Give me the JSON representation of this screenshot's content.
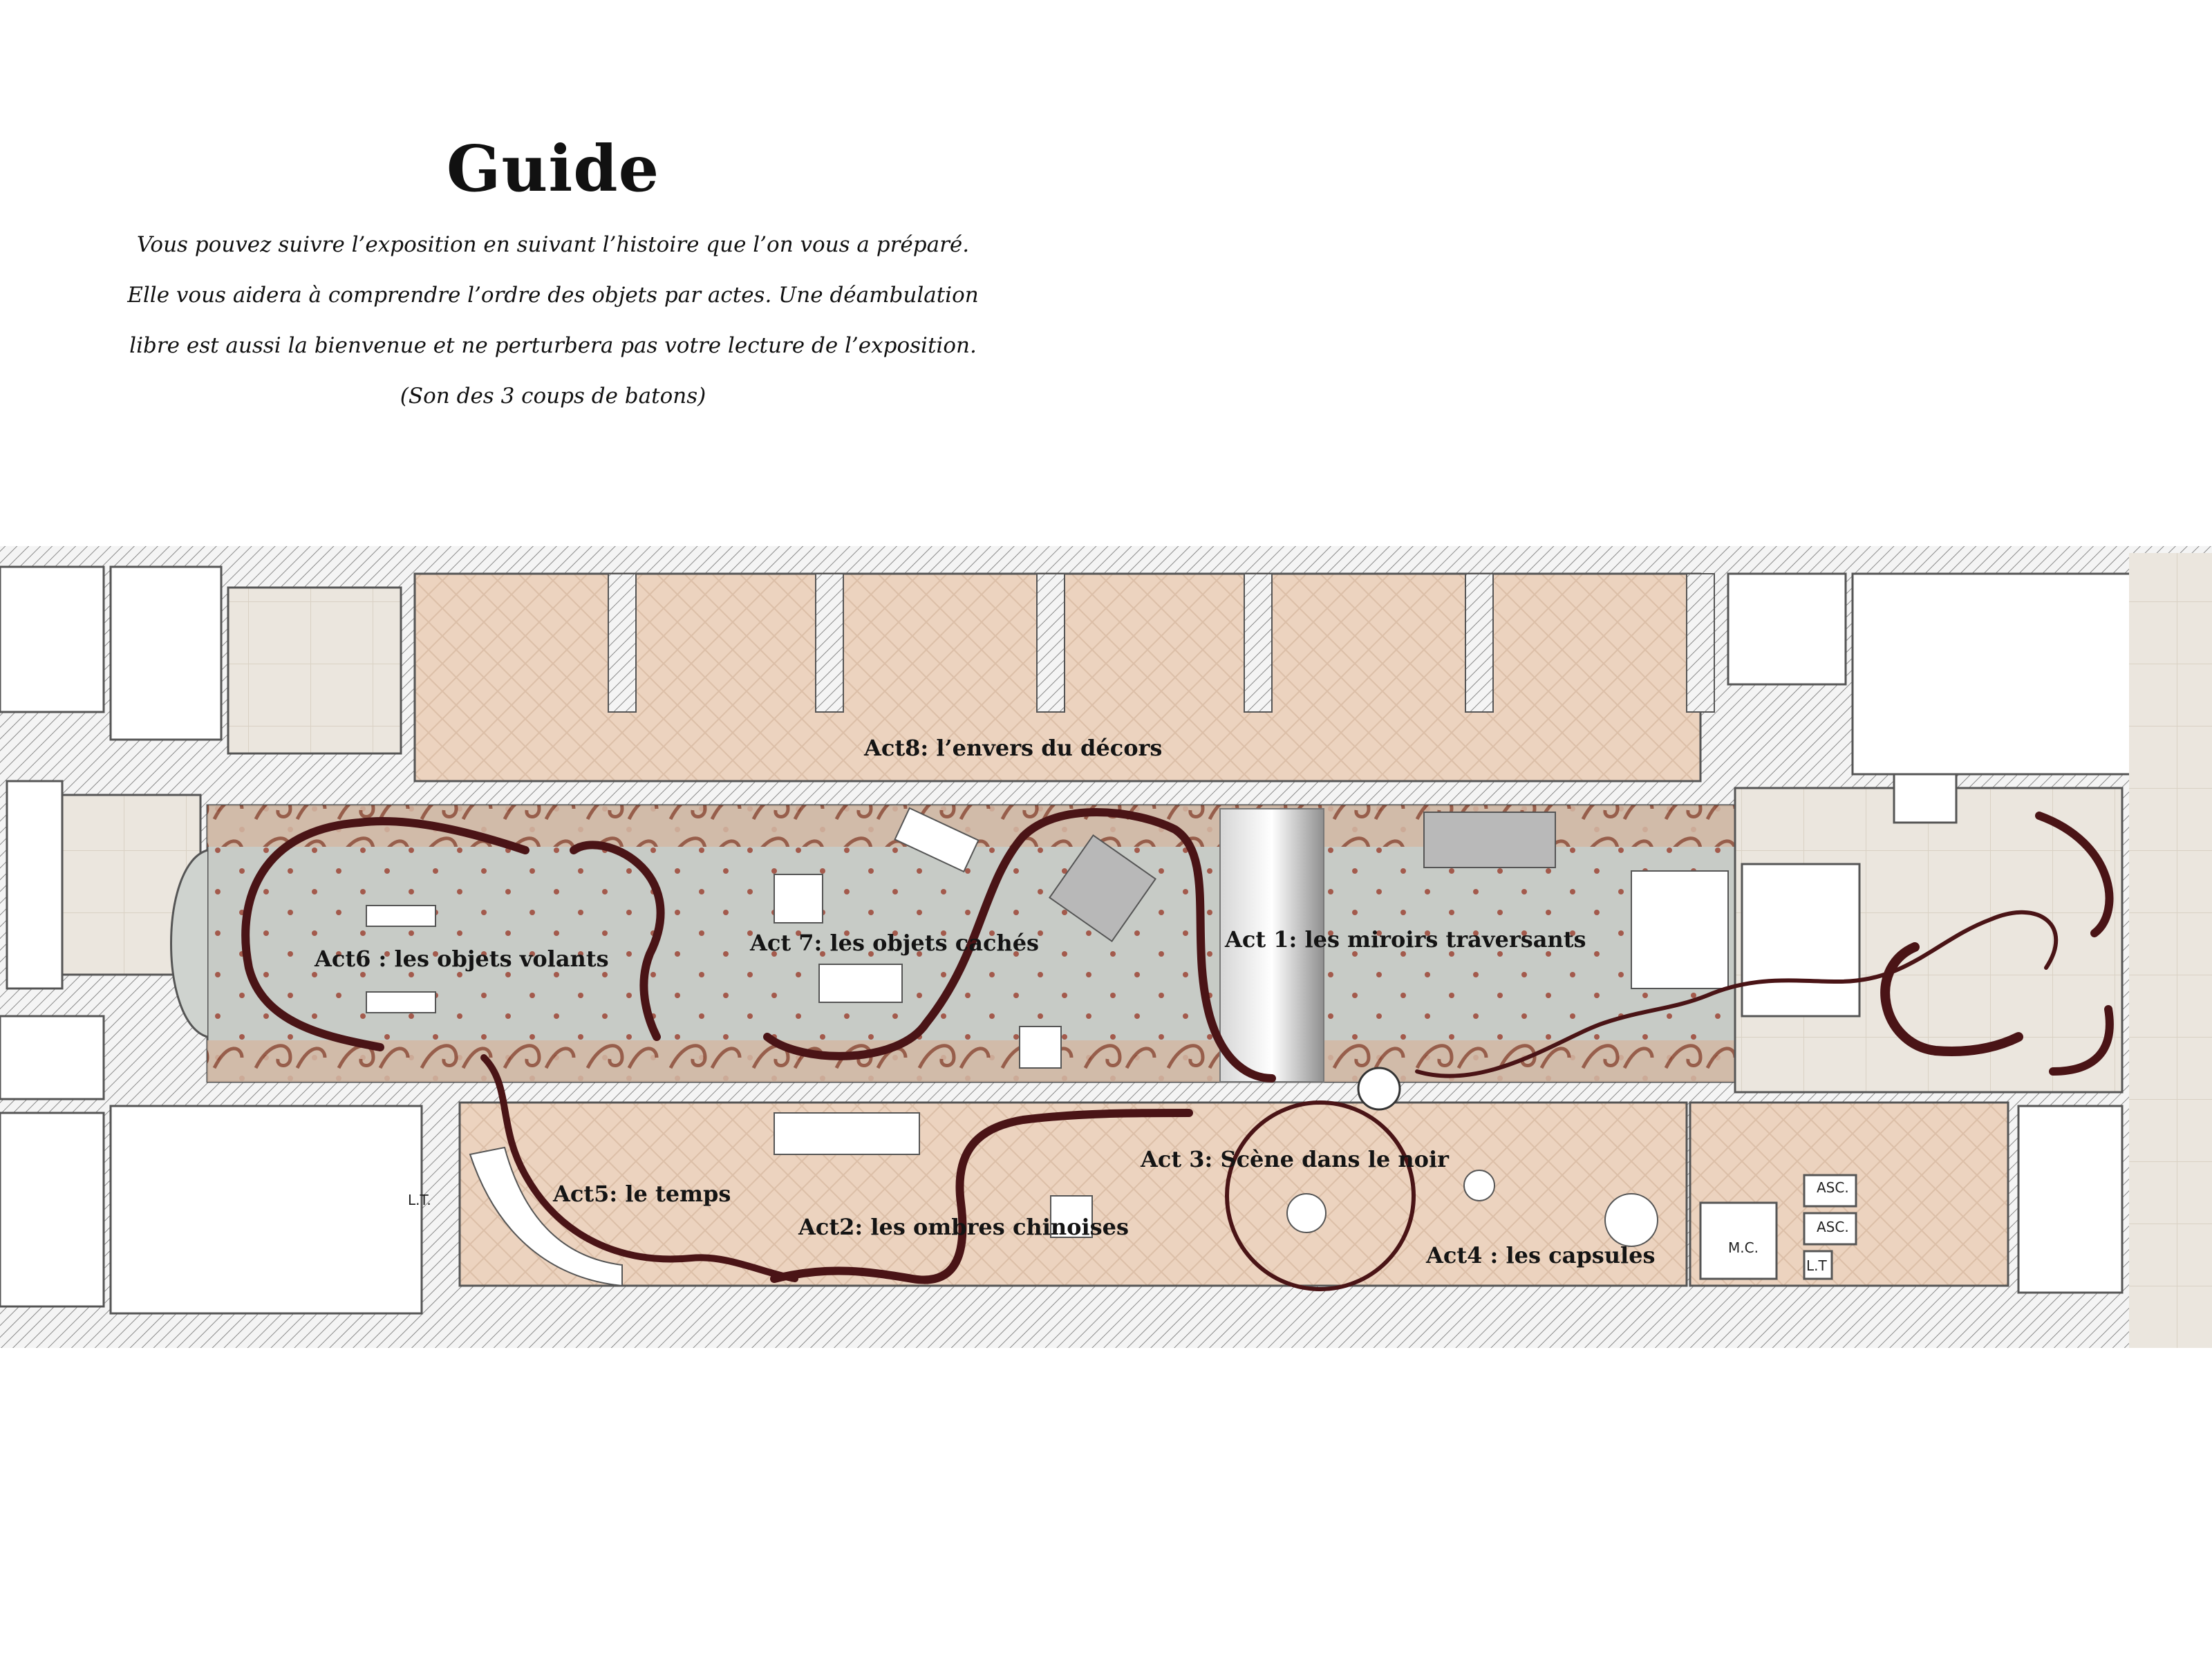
{
  "header": {
    "title": "Guide",
    "intro_lines": [
      "Vous pouvez suivre l’exposition en suivant l’histoire que l’on vous a préparé.",
      "Elle vous aidera à comprendre l’ordre des objets par actes. Une déambulation",
      "libre est aussi la bienvenue et ne perturbera pas votre lecture de l’exposition.",
      "(Son des 3 coups de batons)"
    ]
  },
  "plan": {
    "acts": [
      {
        "id": "act1",
        "label": "Act 1: les miroirs traversants"
      },
      {
        "id": "act2",
        "label": "Act2: les ombres chinoises"
      },
      {
        "id": "act3",
        "label": "Act 3: Scène dans le noir"
      },
      {
        "id": "act4",
        "label": "Act4 : les capsules"
      },
      {
        "id": "act5",
        "label": "Act5: le temps"
      },
      {
        "id": "act6",
        "label": "Act6 : les objets volants"
      },
      {
        "id": "act7",
        "label": "Act 7: les objets cachés"
      },
      {
        "id": "act8",
        "label": "Act8: l’envers du décors"
      }
    ],
    "room_labels": {
      "lt_left": "L.T.",
      "lt_right": "L.T",
      "mc": "M.C.",
      "asc_top": "ASC.",
      "asc_bottom": "ASC."
    },
    "colors": {
      "wall_hatch": "#c9c9c9",
      "parquet": "#ecd3bf",
      "carpet": "#c9cdc9",
      "carpet_border": "#a46a4e",
      "stone": "#e9e4dc",
      "route": "#5c1a1d"
    }
  }
}
